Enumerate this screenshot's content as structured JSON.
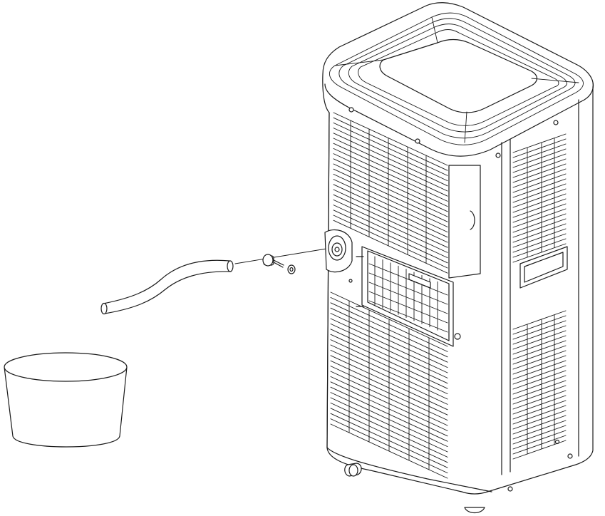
{
  "figure": {
    "kind": "line-art illustration",
    "subject": "portable-air-conditioner-drain-setup",
    "parts": [
      {
        "id": "air-conditioner-unit"
      },
      {
        "id": "drain-outlet"
      },
      {
        "id": "drain-plug"
      },
      {
        "id": "drain-hose"
      },
      {
        "id": "collection-container"
      },
      {
        "id": "window-kit-slot"
      },
      {
        "id": "carry-handle"
      },
      {
        "id": "caster-wheel"
      }
    ],
    "colors": {
      "line": "#1a1a1a",
      "background": "#ffffff"
    }
  }
}
